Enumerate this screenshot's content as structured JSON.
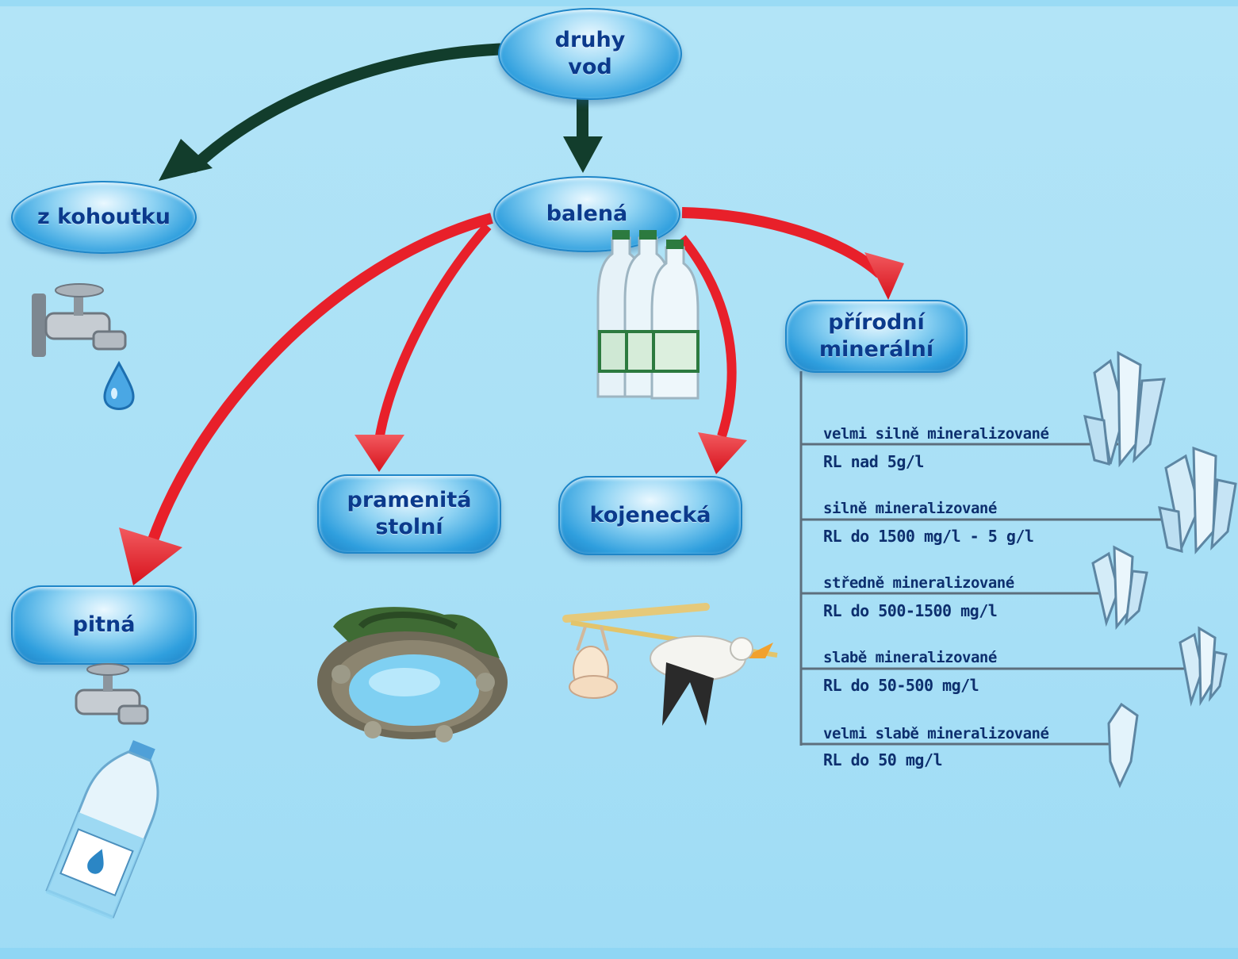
{
  "diagram": {
    "root": "druhy\nvod",
    "tap": "z kohoutku",
    "bottled": "balená",
    "spring": "pramenitá\nstolní",
    "infant": "kojenecká",
    "drinking": "pitná",
    "mineral": "přírodní\nminerální",
    "mineral_levels": [
      {
        "label": "velmi silně mineralizované",
        "value": "RL nad 5g/l"
      },
      {
        "label": "silně mineralizované",
        "value": "RL do 1500 mg/l - 5 g/l"
      },
      {
        "label": "středně mineralizované",
        "value": "RL do 500-1500 mg/l"
      },
      {
        "label": "slabě mineralizované",
        "value": "RL do 50-500 mg/l"
      },
      {
        "label": "velmi slabě mineralizované",
        "value": "RL do 50 mg/l"
      }
    ]
  },
  "colors": {
    "dark_arrow": "#123d2c",
    "red_arrow": "#e8202a",
    "node_text": "#0b3a8c"
  }
}
